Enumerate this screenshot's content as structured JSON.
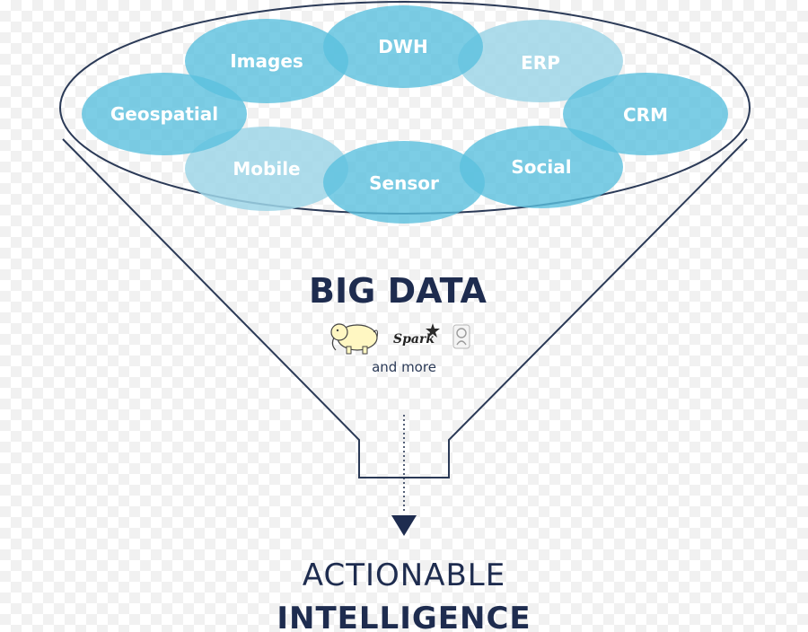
{
  "sources": [
    {
      "id": "images",
      "label": "Images"
    },
    {
      "id": "dwh",
      "label": "DWH"
    },
    {
      "id": "erp",
      "label": "ERP"
    },
    {
      "id": "geospatial",
      "label": "Geospatial"
    },
    {
      "id": "crm",
      "label": "CRM"
    },
    {
      "id": "mobile",
      "label": "Mobile"
    },
    {
      "id": "sensor",
      "label": "Sensor"
    },
    {
      "id": "social",
      "label": "Social"
    }
  ],
  "center": {
    "title": "BIG DATA",
    "logos": [
      {
        "name": "hadoop-elephant-logo"
      },
      {
        "name": "spark-logo",
        "text": "Spark"
      },
      {
        "name": "tech-badge-logo"
      }
    ],
    "caption": "and more"
  },
  "outcome": {
    "line1": "ACTIONABLE",
    "line2": "INTELLIGENCE"
  },
  "colors": {
    "bubble_fill": "#5bc0de",
    "bubble_fill_light": "#9fd6e8",
    "outline": "#2b3a57",
    "title": "#1e2c4f"
  }
}
